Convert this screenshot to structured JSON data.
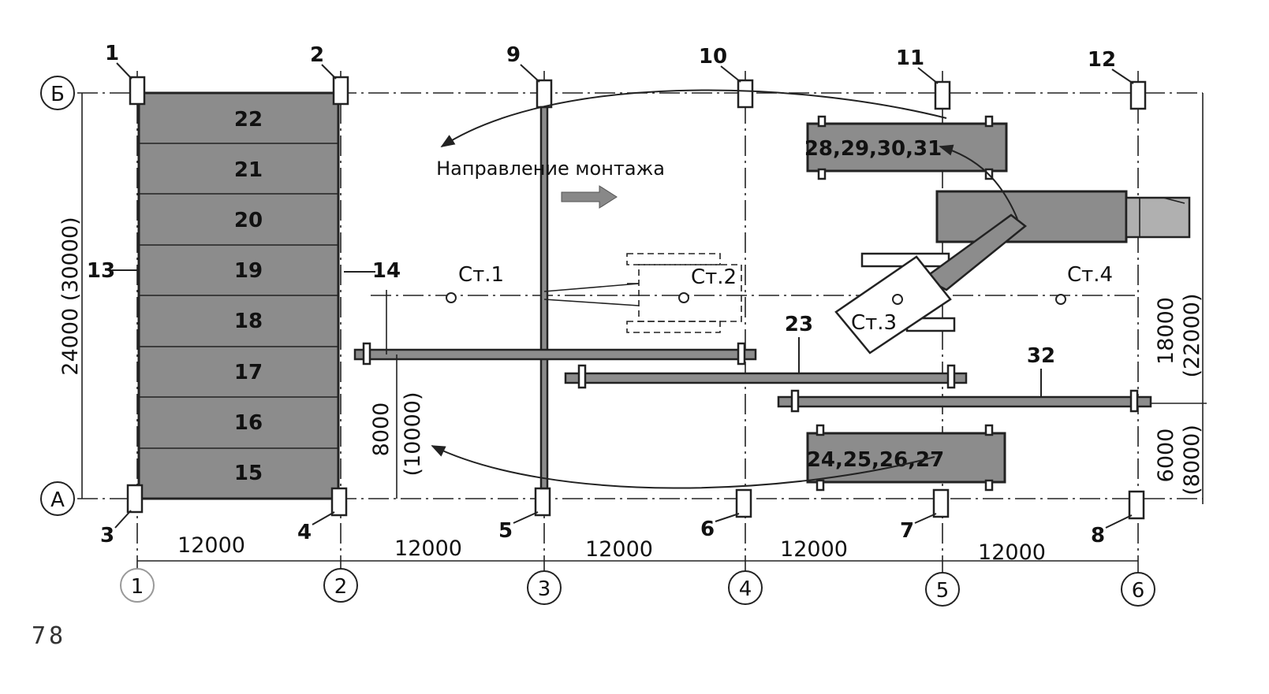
{
  "diagram": {
    "axis_letters": [
      "Б",
      "А"
    ],
    "axis_numbers": [
      "1",
      "2",
      "3",
      "4",
      "5",
      "6"
    ],
    "column_marks": [
      "1",
      "2",
      "3",
      "4",
      "5",
      "6",
      "7",
      "8",
      "9",
      "10",
      "11",
      "12"
    ],
    "panels": [
      "22",
      "21",
      "20",
      "19",
      "18",
      "17",
      "16",
      "15"
    ],
    "marks": {
      "m13": "13",
      "m14": "14",
      "m23": "23",
      "m32": "32"
    },
    "stations": [
      "Ст.1",
      "Ст.2",
      "Ст.3",
      "Ст.4"
    ],
    "stacks": {
      "top": "28,29,30,31",
      "bottom": "24,25,26,27"
    },
    "direction_label": "Направление  монтажа",
    "dimensions": {
      "spans": [
        "12000",
        "12000",
        "12000",
        "12000",
        "12000"
      ],
      "left_height": "24000  (30000)",
      "inner_a": "8000",
      "inner_b": "(10000)",
      "right_top_a": "18000",
      "right_top_b": "(22000)",
      "right_bot_a": "6000",
      "right_bot_b": "(8000)"
    },
    "page_number": "78"
  }
}
